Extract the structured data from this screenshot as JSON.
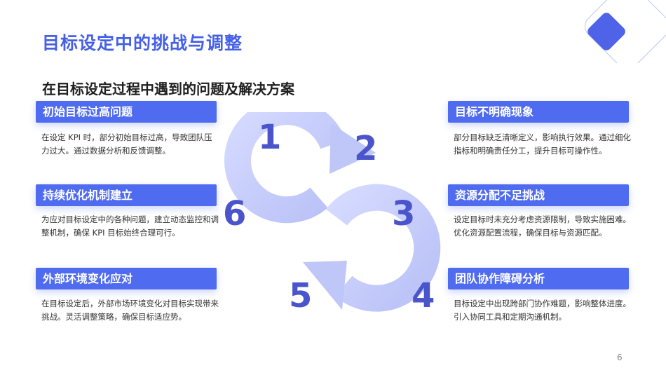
{
  "title": "目标设定中的挑战与调整",
  "subtitle": "在目标设定过程中遇到的问题及解决方案",
  "cards": [
    {
      "heading": "初始目标过高问题",
      "text": "在设定 KPI 时，部分初始目标过高，导致团队压力过大。通过数据分析和反馈调整。"
    },
    {
      "heading": "目标不明确现象",
      "text": "部分目标缺乏清晰定义，影响执行效果。通过细化指标和明确责任分工，提升目标可操作性。"
    },
    {
      "heading": "持续优化机制建立",
      "text": "为应对目标设定中的各种问题，建立动态监控和调整机制，确保 KPI 目标始终合理可行。"
    },
    {
      "heading": "资源分配不足挑战",
      "text": "设定目标时未充分考虑资源限制，导致实施困难。优化资源配置流程，确保目标与资源匹配。"
    },
    {
      "heading": "外部环境变化应对",
      "text": "在目标设定后，外部市场环境变化对目标实现带来挑战。灵活调整策略，确保目标适应势。"
    },
    {
      "heading": "团队协作障碍分析",
      "text": "目标设定中出现跨部门协作难题，影响整体进度。引入协同工具和定期沟通机制。"
    }
  ],
  "cycle_numbers": [
    "1",
    "2",
    "3",
    "4",
    "5",
    "6"
  ],
  "page_number": "6",
  "colors": {
    "accent": "#4f6bf0",
    "title": "#4560e6",
    "arrow": "#c7cdfa",
    "number": "#4a55cc"
  }
}
